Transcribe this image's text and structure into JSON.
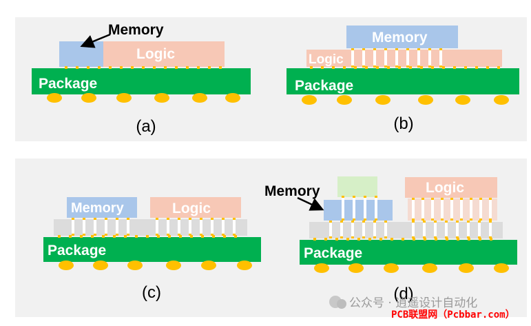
{
  "labels": {
    "memory": "Memory",
    "logic": "Logic",
    "package": "Package"
  },
  "captions": {
    "a": "(a)",
    "b": "(b)",
    "c": "(c)",
    "d": "(d)"
  },
  "watermark": {
    "wechat": "公众号 · 逍遥设计自动化",
    "site": "PCB联盟网（Pcbbar.com）"
  },
  "colors": {
    "memory": "#a9c6ea",
    "logic": "#f7c8b6",
    "package": "#00b050",
    "solder_ball": "#ffc000",
    "interposer": "#dcdcdc",
    "stacked_die": "#d6efc7",
    "background": "#f1f1f1",
    "site_text": "#ff0000"
  }
}
